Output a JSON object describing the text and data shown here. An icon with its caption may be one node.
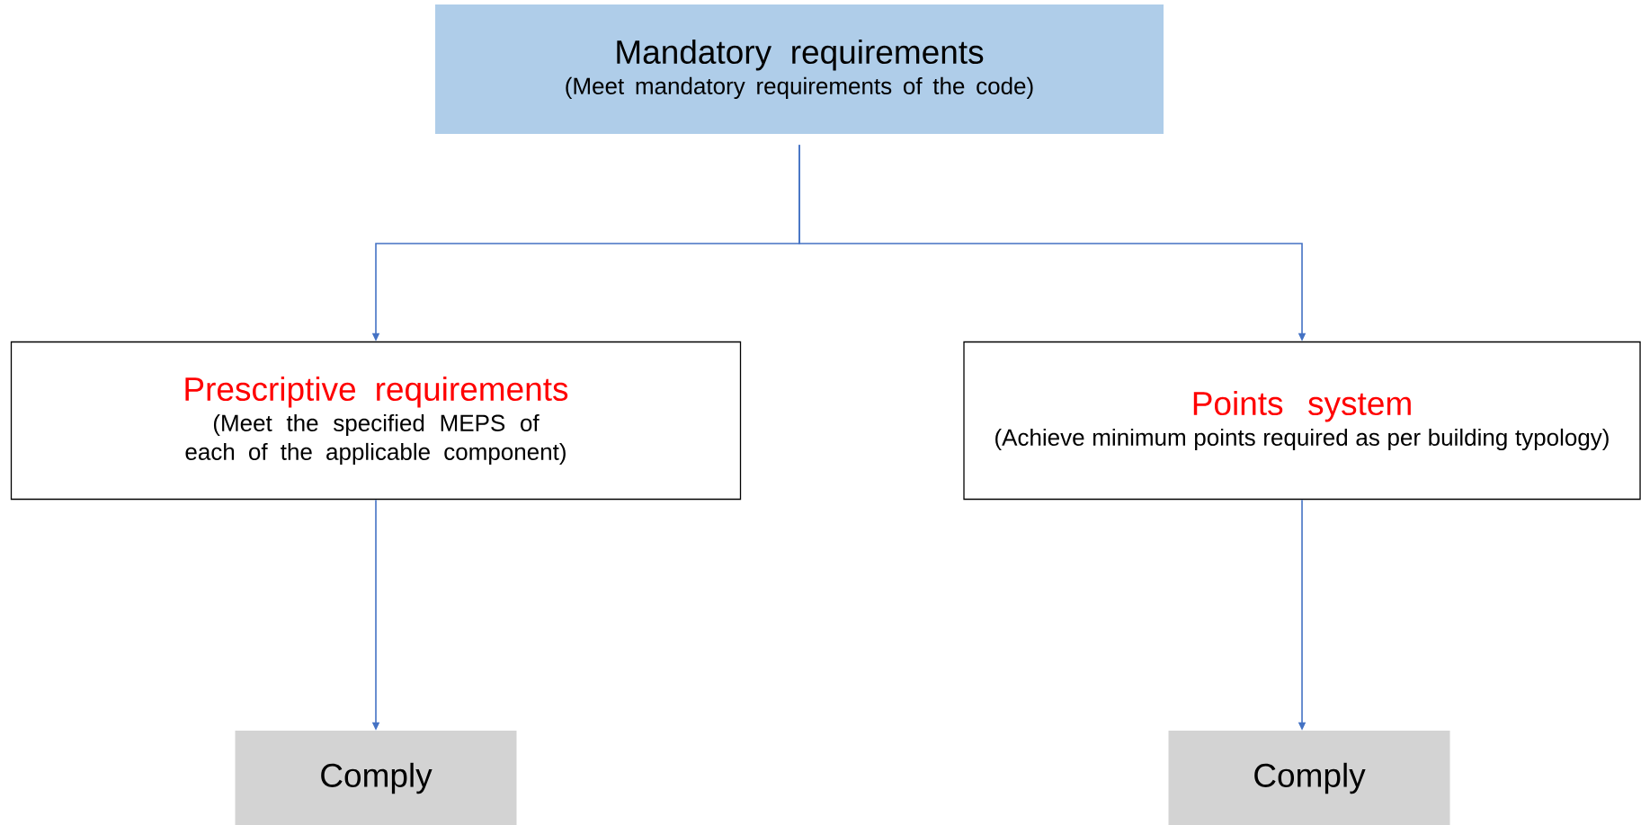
{
  "diagram": {
    "nodes": [
      {
        "text": [
          "Mandatory requirements",
          "(Meet mandatory requirements of the code)"
        ]
      },
      {
        "text": [
          "Prescriptive requirements",
          "(Meet the specified MEPS of each of the applicable component)"
        ]
      },
      {
        "text": [
          "Points system",
          "(Achieve minimum points required as per building typology)"
        ]
      },
      {
        "text": [
          "Comply"
        ]
      },
      {
        "text": [
          "Comply"
        ]
      }
    ],
    "edges": [
      {
        "from": 0,
        "to": 1,
        "arrow": "to"
      },
      {
        "from": 0,
        "to": 2,
        "arrow": "to"
      },
      {
        "from": 1,
        "to": 3,
        "arrow": "to"
      },
      {
        "from": 2,
        "to": 4,
        "arrow": "to"
      }
    ]
  }
}
